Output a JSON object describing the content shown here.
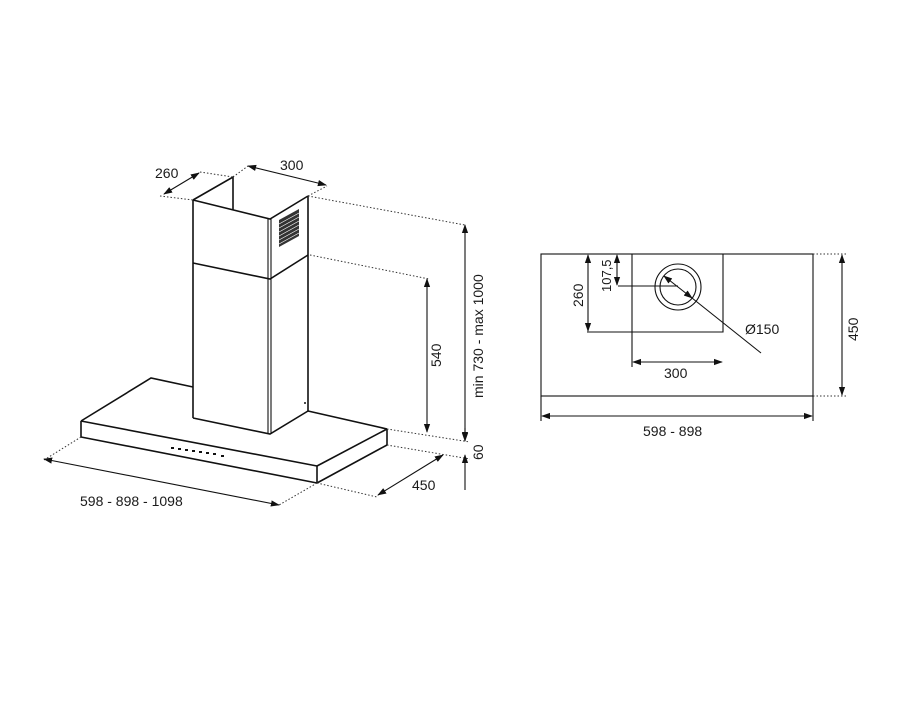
{
  "diagram": {
    "title": "Chimney hood dimensional drawing",
    "colors": {
      "line": "#111111",
      "background": "#ffffff",
      "text": "#1a1a1a"
    },
    "isometric_view": {
      "labels": {
        "chimney_depth": "260",
        "chimney_width": "300",
        "chimney_height_range": "min 730 - max 1000",
        "lower_chimney_height": "540",
        "canopy_thickness": "60",
        "canopy_depth": "450",
        "canopy_width_options": "598 - 898 - 1098"
      }
    },
    "top_view": {
      "labels": {
        "outlet_offset": "107,5",
        "chimney_depth": "260",
        "outlet_diameter": "Ø150",
        "chimney_width": "300",
        "hood_depth": "450",
        "hood_width_options": "598 - 898"
      }
    }
  }
}
